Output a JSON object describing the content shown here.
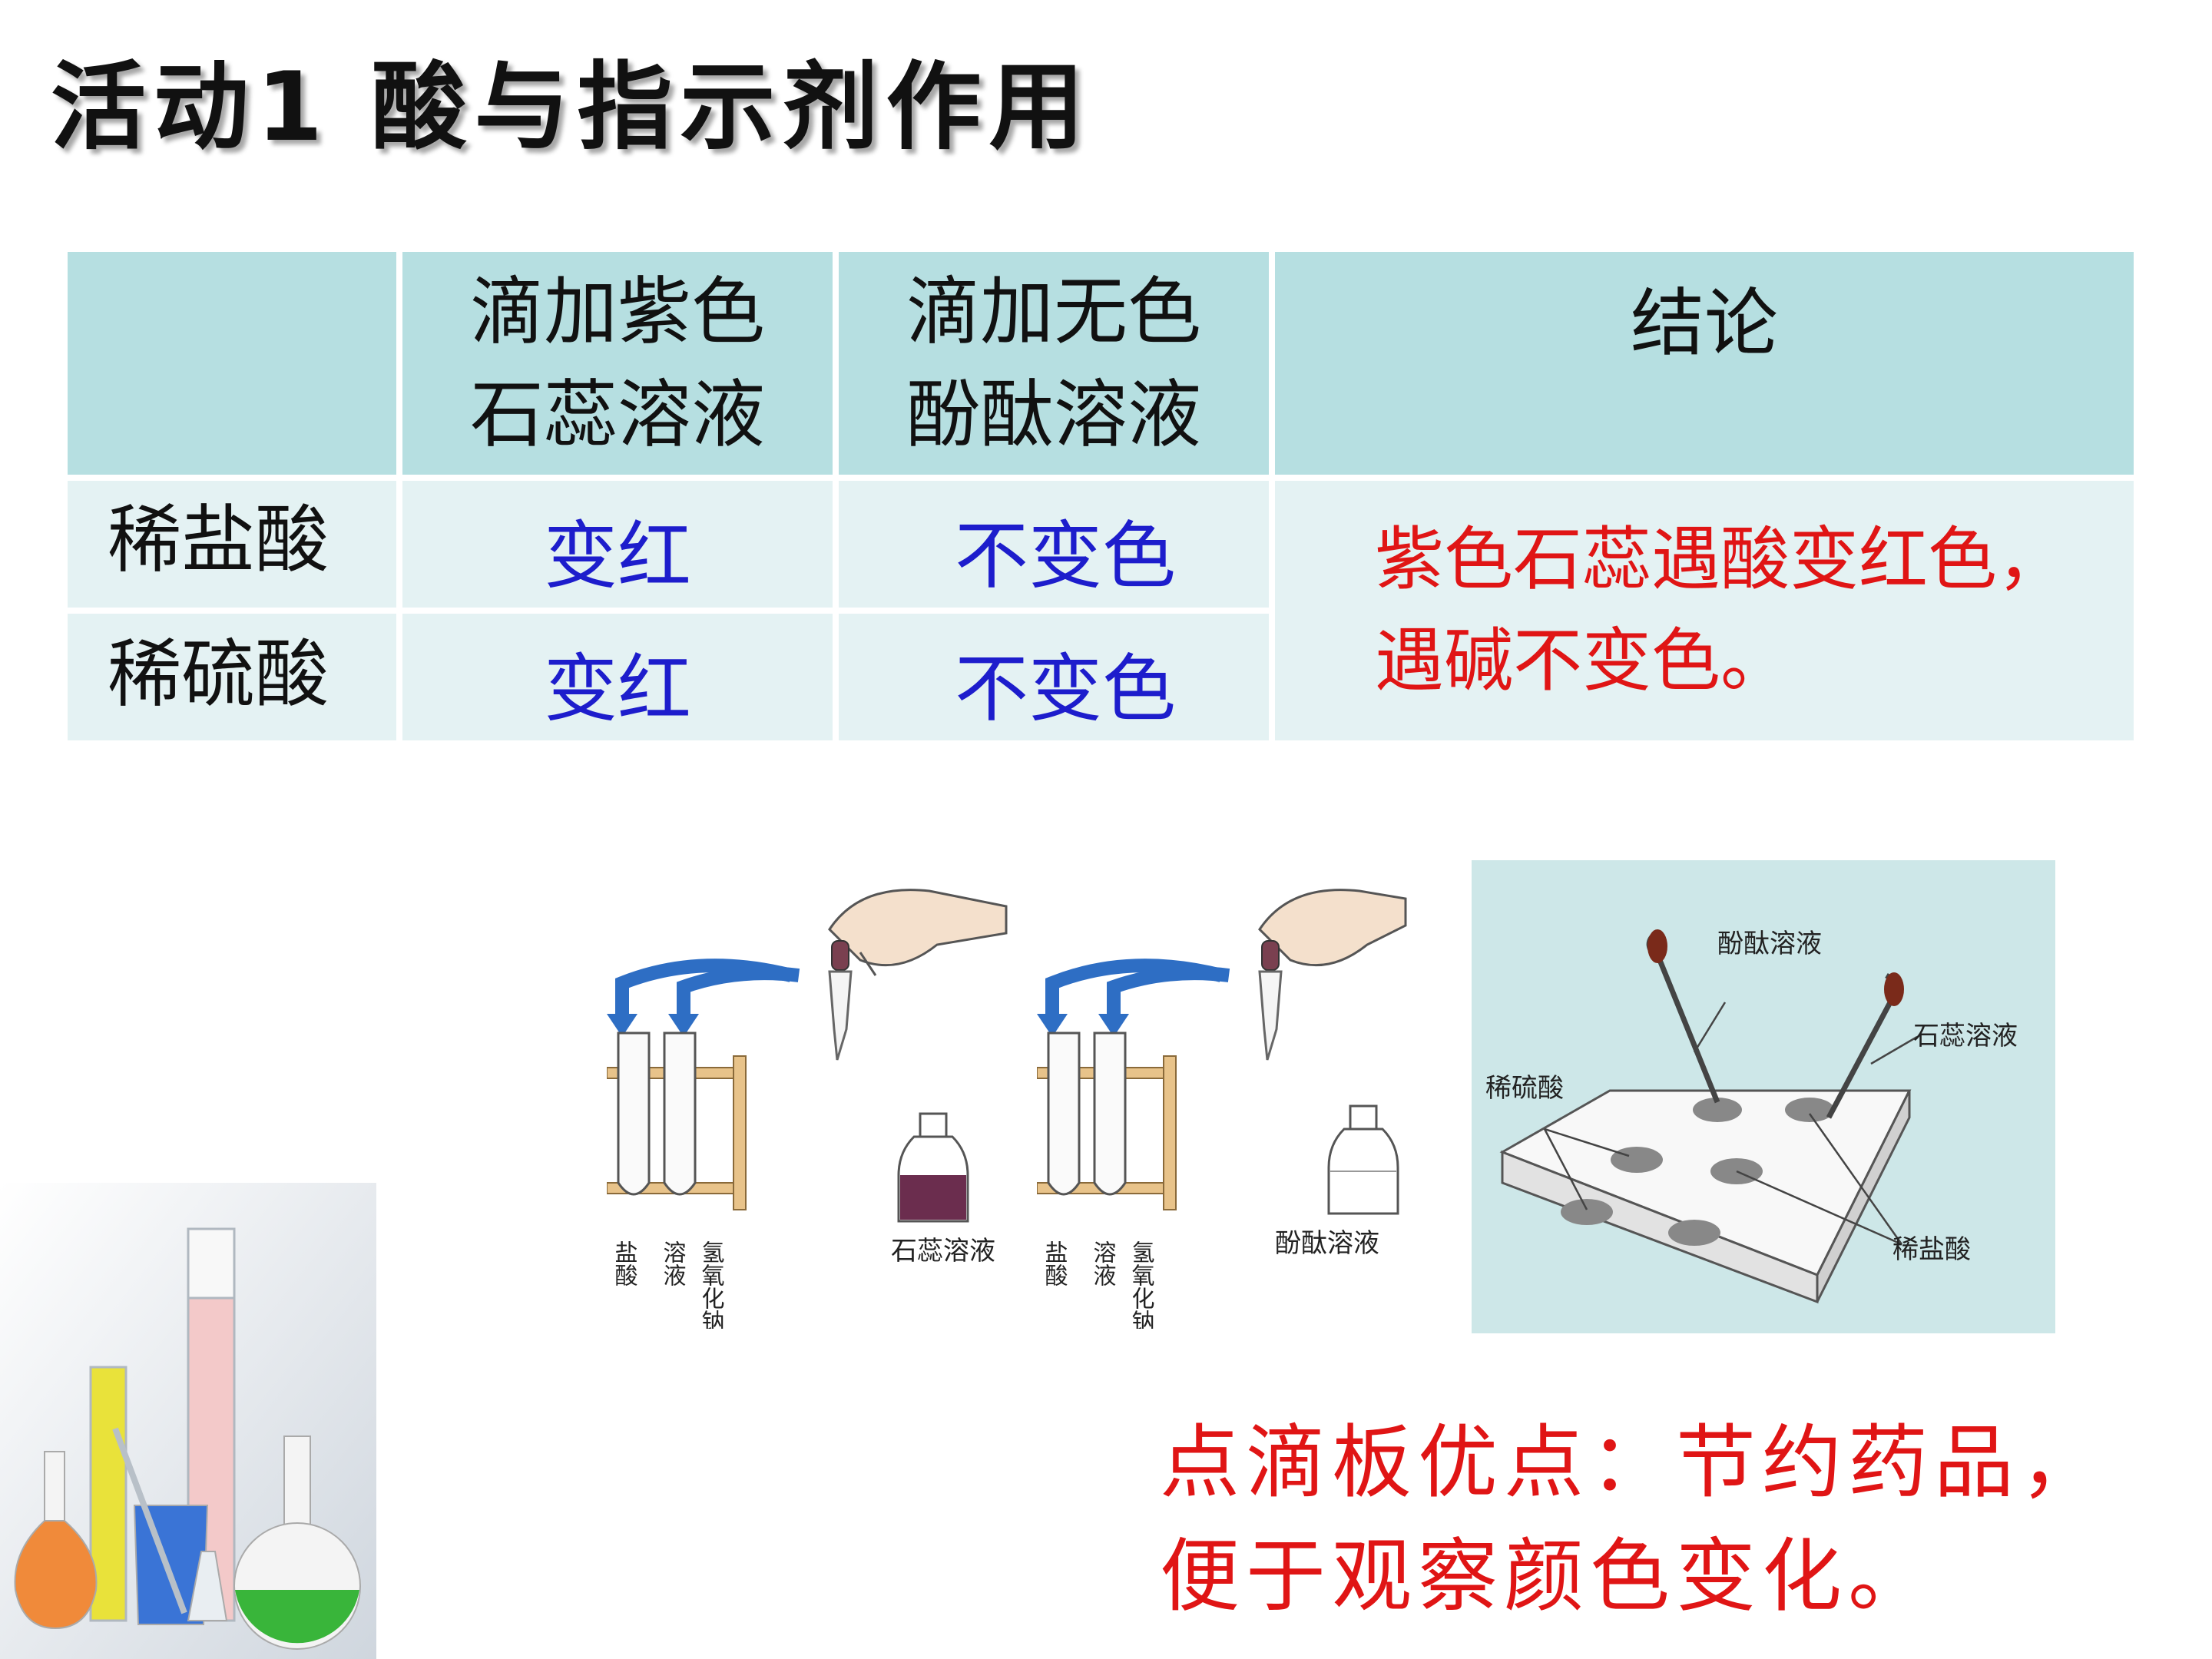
{
  "title": "活动1  酸与指示剂作用",
  "table": {
    "headers": [
      "",
      "滴加紫色\n石蕊溶液",
      "滴加无色\n酚酞溶液",
      "结论"
    ],
    "rows": [
      {
        "label": "稀盐酸",
        "litmus": "变红",
        "phenol": "不变色"
      },
      {
        "label": "稀硫酸",
        "litmus": "变红",
        "phenol": "不变色"
      }
    ],
    "conclusion": "紫色石蕊遇酸变红色，遇碱不变色。"
  },
  "figure1": {
    "tube_labels": [
      "盐酸",
      "溶液",
      "氢氧化钠"
    ],
    "bottle_label": "石蕊溶液"
  },
  "figure2": {
    "tube_labels": [
      "盐酸",
      "溶液",
      "氢氧化钠"
    ],
    "bottle_label": "酚酞溶液"
  },
  "figure3": {
    "labels": {
      "phenol": "酚酞溶液",
      "litmus": "石蕊溶液",
      "sulfuric": "稀硫酸",
      "hydrochloric": "稀盐酸"
    }
  },
  "note": "点滴板优点：节约药品，\n便于观察颜色变化。",
  "colors": {
    "header_bg": "#b6dfe1",
    "row_bg": "#e4f2f3",
    "blue_text": "#1d1dcc",
    "red_text": "#e01515"
  }
}
